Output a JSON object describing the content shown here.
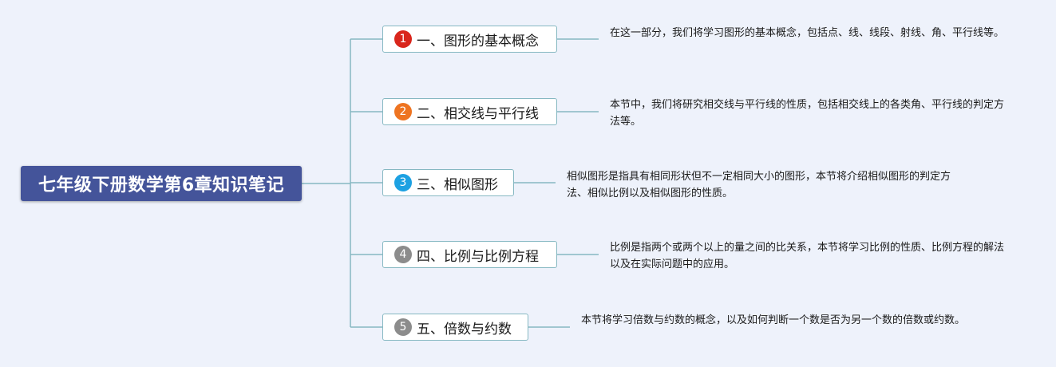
{
  "root": {
    "title": "七年级下册数学第6章知识笔记"
  },
  "colors": {
    "background": "#eef2fb",
    "root_fill": "#44549a",
    "branch_border": "#86b8c2",
    "connector": "#86b8c2"
  },
  "branches": [
    {
      "number": "1",
      "badge_color": "#d9261c",
      "label": "一、图形的基本概念",
      "note": "在这一部分，我们将学习图形的基本概念，包括点、线、线段、射线、角、平行线等。"
    },
    {
      "number": "2",
      "badge_color": "#ee7421",
      "label": "二、相交线与平行线",
      "note": "本节中，我们将研究相交线与平行线的性质，包括相交线上的各类角、平行线的判定方法等。"
    },
    {
      "number": "3",
      "badge_color": "#1da1e2",
      "label": "三、相似图形",
      "note": "相似图形是指具有相同形状但不一定相同大小的图形，本节将介绍相似图形的判定方法、相似比例以及相似图形的性质。"
    },
    {
      "number": "4",
      "badge_color": "#8c8c8c",
      "label": "四、比例与比例方程",
      "note": "比例是指两个或两个以上的量之间的比关系，本节将学习比例的性质、比例方程的解法以及在实际问题中的应用。"
    },
    {
      "number": "5",
      "badge_color": "#8c8c8c",
      "label": "五、倍数与约数",
      "note": "本节将学习倍数与约数的概念，以及如何判断一个数是否为另一个数的倍数或约数。"
    }
  ]
}
